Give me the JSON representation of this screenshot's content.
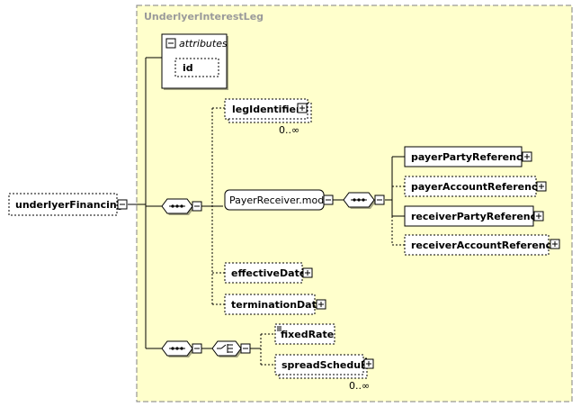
{
  "container": {
    "title": "UnderlyerInterestLeg"
  },
  "root": {
    "label": "underlyerFinancing"
  },
  "attributes": {
    "header": "attributes",
    "items": [
      "id"
    ]
  },
  "elements": {
    "legIdentifier": {
      "label": "legIdentifier",
      "cardinality": "0..∞"
    },
    "payerReceiverModel": {
      "label": "PayerReceiver.model"
    },
    "payerPartyReference": {
      "label": "payerPartyReference"
    },
    "payerAccountReference": {
      "label": "payerAccountReference"
    },
    "receiverPartyReference": {
      "label": "receiverPartyReference"
    },
    "receiverAccountReference": {
      "label": "receiverAccountReference"
    },
    "effectiveDate": {
      "label": "effectiveDate"
    },
    "terminationDate": {
      "label": "terminationDate"
    },
    "fixedRate": {
      "label": "fixedRate"
    },
    "spreadSchedule": {
      "label": "spreadSchedule",
      "cardinality": "0..∞"
    }
  },
  "colors": {
    "container_fill": "#ffffcc",
    "box_fill": "#ffffff",
    "stroke": "#000000",
    "dashed_border": "#808080"
  }
}
